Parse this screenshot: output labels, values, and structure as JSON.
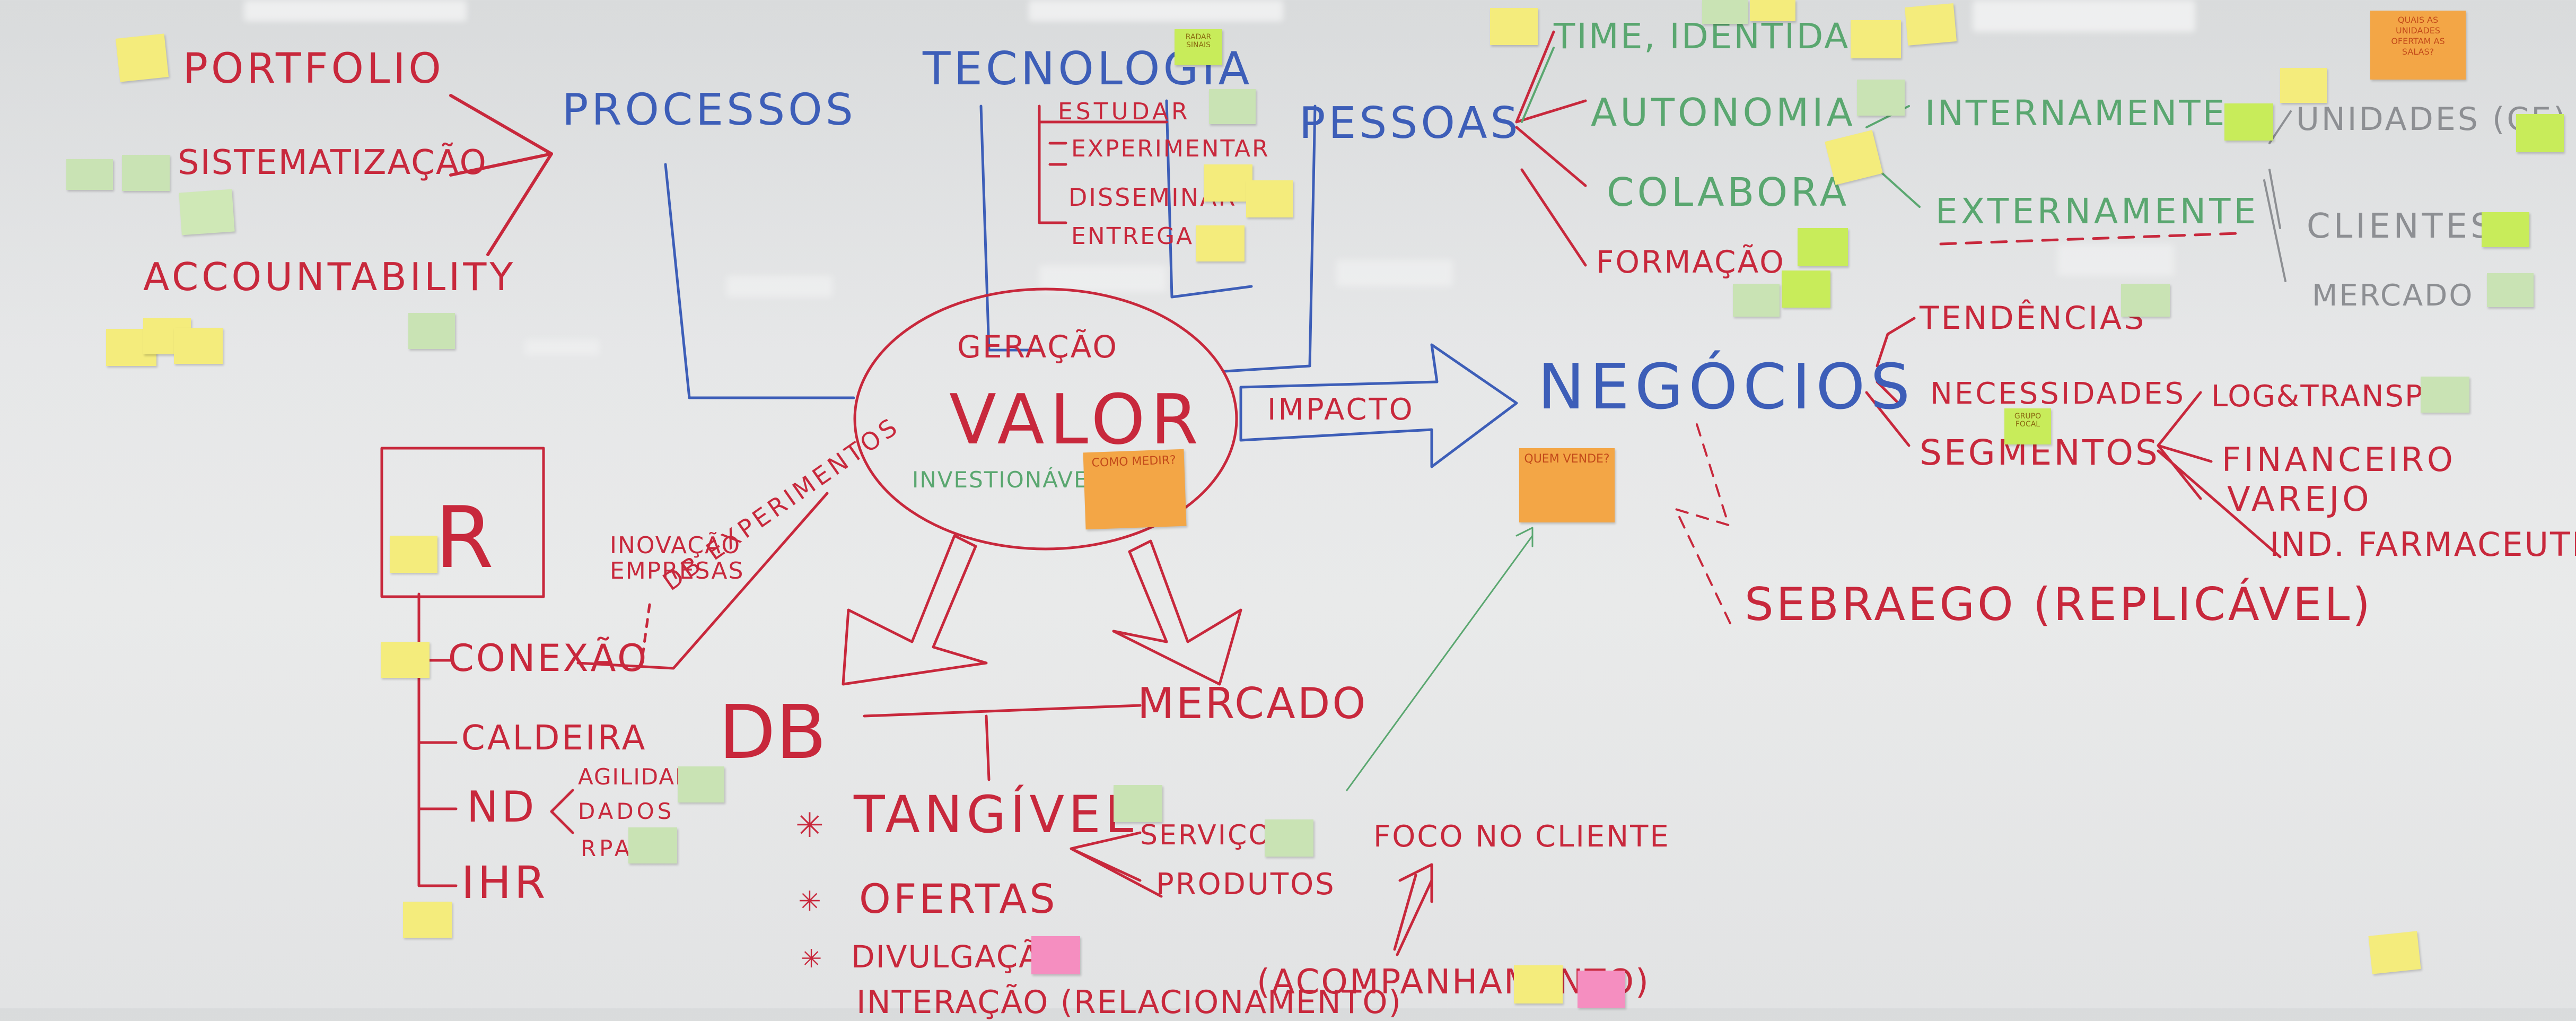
{
  "board": {
    "left": {
      "portfolio": "PORTFOLIO",
      "sistematizacao": "SISTEMATIZAÇÃO",
      "accountability": "ACCOUNTABILITY",
      "processos": "PROCESSOS"
    },
    "tecnologia": {
      "title": "TECNOLOGIA",
      "steps": [
        "ESTUDAR",
        "EXPERIMENTAR",
        "DISSEMINAR",
        "ENTREGAR"
      ]
    },
    "pessoas": {
      "title": "PESSOAS",
      "items": [
        "TIME, IDENTIDADE",
        "AUTONOMIA",
        "COLABORA",
        "FORMAÇÃO"
      ],
      "internamente": "INTERNAMENTE",
      "externamente": "EXTERNAMENTE",
      "unidades": "UNIDADES (CE)",
      "clientes": "CLIENTES",
      "mercado": "MERCADO"
    },
    "center": {
      "geracao": "GERAÇÃO",
      "valor": "VALOR",
      "investimento": "INVESTIONÁVEL",
      "impacto": "IMPACTO"
    },
    "negocios": {
      "title": "NEGÓCIOS",
      "items": [
        "TENDÊNCIAS",
        "NECESSIDADES",
        "SEGMENTOS"
      ],
      "segments": [
        "LOG&TRANSP.",
        "FINANCEIRO",
        "VAREJO",
        "IND. FARMACEUTIC"
      ],
      "sebraego": "SEBRAEGO (REPLICÁVEL)"
    },
    "bottom_left": {
      "r_box": "R",
      "inovacao": "INOVAÇÃO EMPRESAS",
      "db_experimentos": "DB EXPERIMENTOS",
      "items": [
        "CONEXÃO",
        "CALDEIRA",
        "ND",
        "IHR"
      ],
      "nd_sub": [
        "AGILIDADE",
        "DADOS",
        "RPA"
      ]
    },
    "bottom_center": {
      "db": "DB",
      "mercado": "MERCADO",
      "tangivel": "TANGÍVEL",
      "ofertas": "OFERTAS",
      "divulgacao": "DIVULGAÇÃO",
      "interacao": "INTERAÇÃO (RELACIONAMENTO)",
      "acompanhamento": "(ACOMPANHAMENTO)",
      "servicos": "SERVIÇOS",
      "produtos": "PRODUTOS",
      "foco": "FOCO NO CLIENTE"
    },
    "notes": {
      "radar": "RADAR SINAIS",
      "como_medir": "COMO MEDIR?",
      "quem_vende": "QUEM VENDE?",
      "unidades_q": "QUAIS AS UNIDADES OFERTAM AS SALAS?",
      "grupo_focal": "GRUPO FOCAL"
    }
  },
  "colors": {
    "red_marker": "#c8283c",
    "blue_marker": "#3d5eb8",
    "green_marker": "#5aa770",
    "gray_marker": "#8d8f93"
  }
}
